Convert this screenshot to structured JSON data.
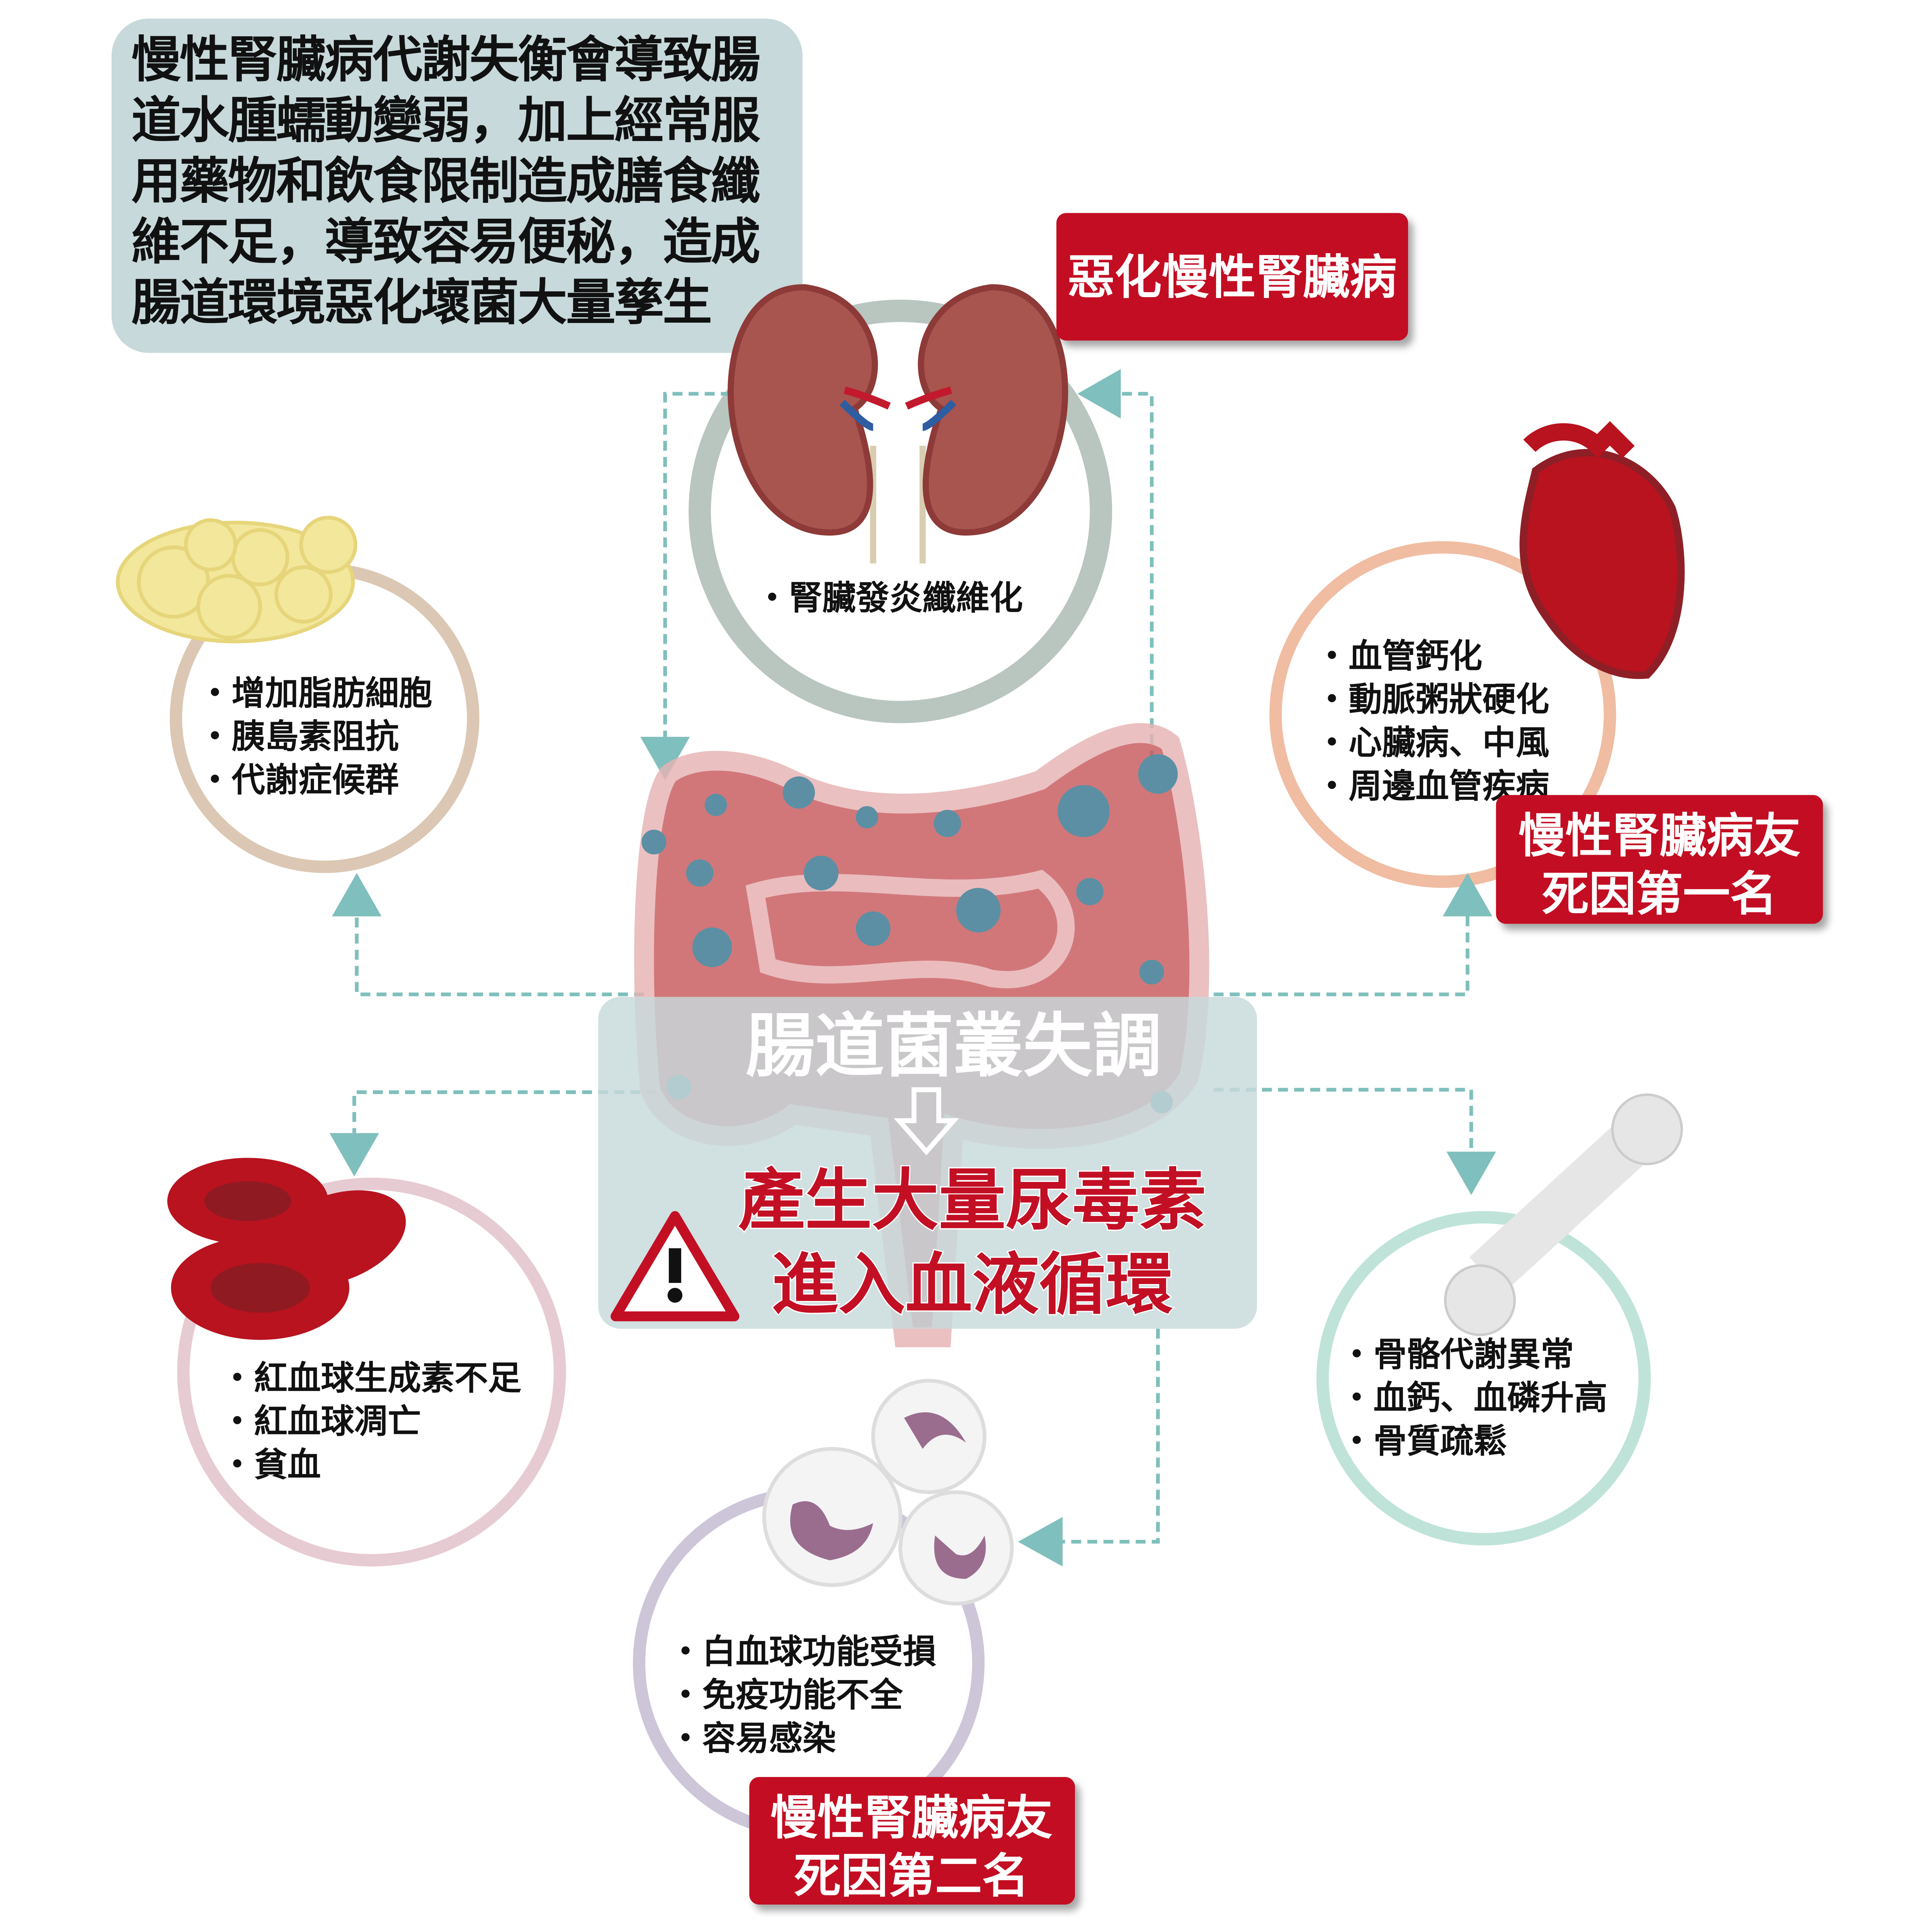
{
  "intro": {
    "lines": [
      "慢性腎臟病代謝失衡會導致腸",
      "道水腫蠕動變弱，加上經常服",
      "用藥物和飲食限制造成膳食纖",
      "維不足，導致容易便秘，造成",
      "腸道環境惡化壞菌大量孳生"
    ]
  },
  "kidney": {
    "items": [
      "・腎臟發炎纖維化"
    ],
    "badge": "惡化慢性腎臟病"
  },
  "fat": {
    "items": [
      "・增加脂肪細胞",
      "・胰島素阻抗",
      "・代謝症候群"
    ]
  },
  "heart": {
    "items": [
      "・血管鈣化",
      "・動脈粥狀硬化",
      "・心臟病、中風",
      "・周邊血管疾病"
    ],
    "badge": [
      "慢性腎臟病友",
      "死因第一名"
    ]
  },
  "center": {
    "title": "腸道菌叢失調",
    "result": [
      "產生大量尿毒素",
      "進入血液循環"
    ]
  },
  "rbc": {
    "items": [
      "・紅血球生成素不足",
      "・紅血球凋亡",
      "・貧血"
    ]
  },
  "bone": {
    "items": [
      "・骨骼代謝異常",
      "・血鈣、血磷升高",
      "・骨質疏鬆"
    ]
  },
  "wbc": {
    "items": [
      "・白血球功能受損",
      "・免疫功能不全",
      "・容易感染"
    ],
    "badge": [
      "慢性腎臟病友",
      "死因第二名"
    ]
  },
  "colors": {
    "red": "#c30f24",
    "teal": "#7fbfbd",
    "panel": "#c7d9da"
  }
}
